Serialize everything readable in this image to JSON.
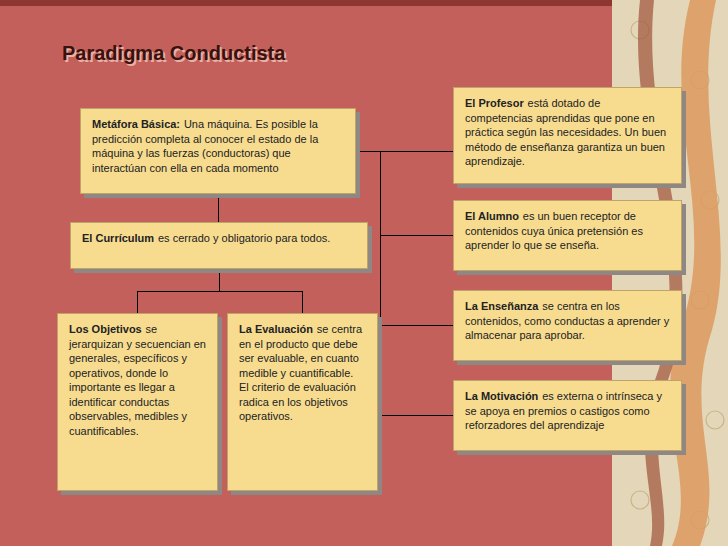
{
  "diagram": {
    "title": "Paradigma Conductista",
    "nodes": [
      {
        "text": [
          "Metáfora Básica:",
          "Una máquina. Es posible la predicción completa al conocer el estado de la máquina y las fuerzas (conductoras) que interactúan con ella en cada momento"
        ]
      },
      {
        "text": [
          "El Currículum",
          "es cerrado y obligatorio para todos."
        ]
      },
      {
        "text": [
          "Los Objetivos",
          "se jerarquizan y secuencian en generales, específicos y operativos, donde lo importante es llegar a identificar conductas observables, medibles y cuantificables."
        ]
      },
      {
        "text": [
          "La Evaluación",
          "se centra en el producto que debe ser evaluable, en cuanto medible y cuantificable. El criterio de evaluación radica en los objetivos operativos."
        ]
      },
      {
        "text": [
          "El Profesor",
          "está dotado de competencias aprendidas que pone en práctica según las necesidades. Un buen método de enseñanza garantiza un buen aprendizaje."
        ]
      },
      {
        "text": [
          "El Alumno",
          "es un buen receptor de contenidos cuya única pretensión es aprender lo que se enseña."
        ]
      },
      {
        "text": [
          "La Enseñanza",
          "se centra en los contenidos, como conductas a aprender y almacenar para aprobar."
        ]
      },
      {
        "text": [
          "La Motivación",
          "es externa o intrínseca y se apoya en premios o castigos como reforzadores del aprendizaje"
        ]
      }
    ],
    "edges": [
      {
        "from": 0,
        "to": 1,
        "arrow": "none"
      },
      {
        "from": 1,
        "to": 2,
        "arrow": "none"
      },
      {
        "from": 1,
        "to": 3,
        "arrow": "none"
      },
      {
        "from": 0,
        "to": 4,
        "arrow": "none"
      },
      {
        "from": 0,
        "to": 5,
        "arrow": "none"
      },
      {
        "from": 0,
        "to": 6,
        "arrow": "none"
      },
      {
        "from": 0,
        "to": 7,
        "arrow": "none"
      }
    ]
  }
}
